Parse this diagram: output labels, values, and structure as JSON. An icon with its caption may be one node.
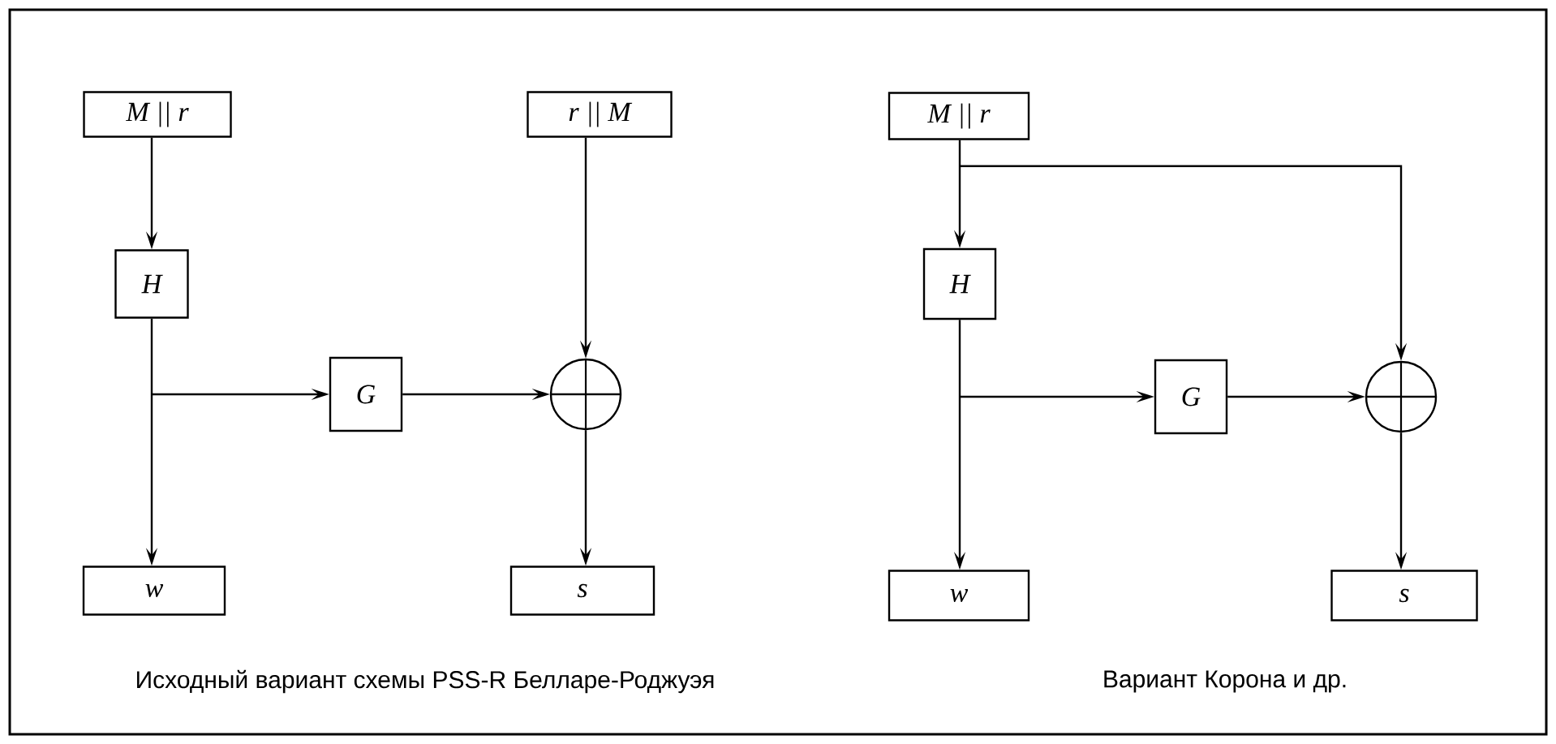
{
  "diagram": {
    "nodes": [
      {
        "text": [
          "M || r"
        ]
      },
      {
        "text": [
          "H"
        ]
      },
      {
        "text": [
          "G"
        ]
      },
      {
        "text": [
          "r || M"
        ]
      },
      {
        "text": [],
        "shape": "circle"
      },
      {
        "text": [
          "w"
        ]
      },
      {
        "text": [
          "s"
        ]
      },
      {
        "text": [
          "M || r"
        ]
      },
      {
        "text": [
          "H"
        ]
      },
      {
        "text": [
          "G"
        ]
      },
      {
        "text": [],
        "shape": "circle"
      },
      {
        "text": [
          "w"
        ]
      },
      {
        "text": [
          "s"
        ]
      }
    ],
    "edges": [
      {
        "from": 0,
        "to": 1,
        "arrow": "to"
      },
      {
        "from": 1,
        "to": 5,
        "arrow": "to"
      },
      {
        "from": 1,
        "to": 2,
        "arrow": "to"
      },
      {
        "from": 2,
        "to": 4,
        "arrow": "to"
      },
      {
        "from": 3,
        "to": 4,
        "arrow": "to"
      },
      {
        "from": 4,
        "to": 6,
        "arrow": "to"
      },
      {
        "from": 7,
        "to": 8,
        "arrow": "to"
      },
      {
        "from": 7,
        "to": 10,
        "arrow": "to"
      },
      {
        "from": 8,
        "to": 11,
        "arrow": "to"
      },
      {
        "from": 8,
        "to": 9,
        "arrow": "to"
      },
      {
        "from": 9,
        "to": 10,
        "arrow": "to"
      },
      {
        "from": 10,
        "to": 12,
        "arrow": "to"
      }
    ],
    "labels": [
      "Исходный вариант схемы PSS-R Белларе-Роджуэя",
      "Вариант Корона и др."
    ]
  }
}
